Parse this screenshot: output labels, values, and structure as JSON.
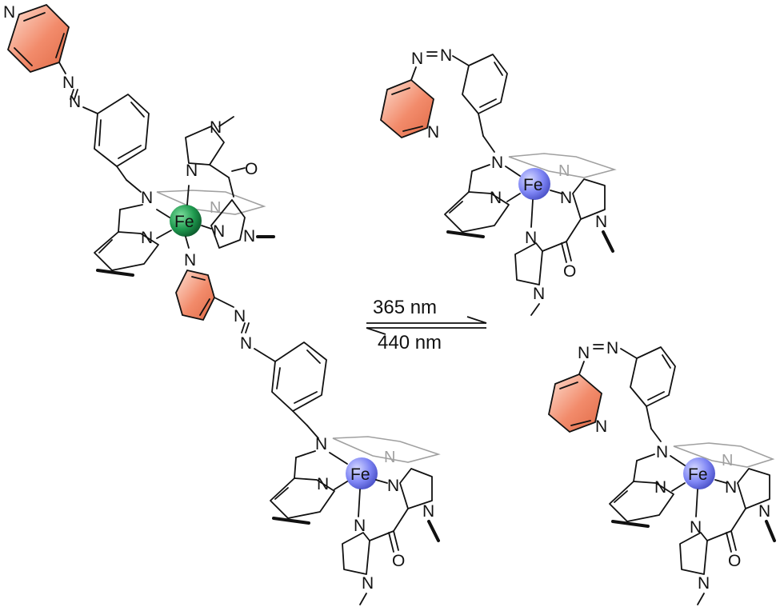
{
  "figure": {
    "conditions": {
      "forward": "365 nm",
      "backward": "440 nm"
    },
    "atom_labels": {
      "iron": "Fe",
      "nitrogen": "N",
      "oxygen": "O"
    },
    "colors": {
      "pyridine_fill": "#f28b6b",
      "fe_dimer_green": "#1f9a4f",
      "fe_monomer_blue": "#7f86f5",
      "hidden_ring_gray": "#a0a0a0"
    },
    "species": {
      "left": "azopyridine-bridged Fe dimer (green Fe center coordinated to second unit)",
      "top_right": "Fe complex with free azopyridine arm",
      "bottom_right": "Fe complex with free azopyridine arm"
    }
  }
}
